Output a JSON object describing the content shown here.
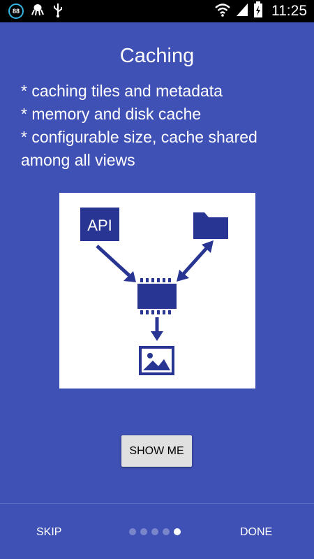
{
  "status_bar": {
    "notification_badge": "88",
    "time": "11:25",
    "icons": [
      "ring-88-icon",
      "octopus-icon",
      "usb-icon",
      "wifi-icon",
      "signal-icon",
      "battery-charging-icon"
    ]
  },
  "slide": {
    "title": "Caching",
    "bullets": [
      "* caching tiles and metadata",
      "* memory and disk cache",
      "* configurable size, cache shared among all views"
    ],
    "illustration": {
      "api_label": "API",
      "icons": [
        "api-box-icon",
        "folder-icon",
        "memory-chip-icon",
        "image-icon"
      ],
      "accent_color": "#283593"
    }
  },
  "show_me_label": "SHOW ME",
  "footer": {
    "skip_label": "SKIP",
    "done_label": "DONE",
    "pages": 5,
    "current_page": 5
  },
  "colors": {
    "background": "#3F51B5",
    "accent": "#283593",
    "dot_inactive": "#7986CB",
    "dot_active": "#FFFFFF"
  }
}
